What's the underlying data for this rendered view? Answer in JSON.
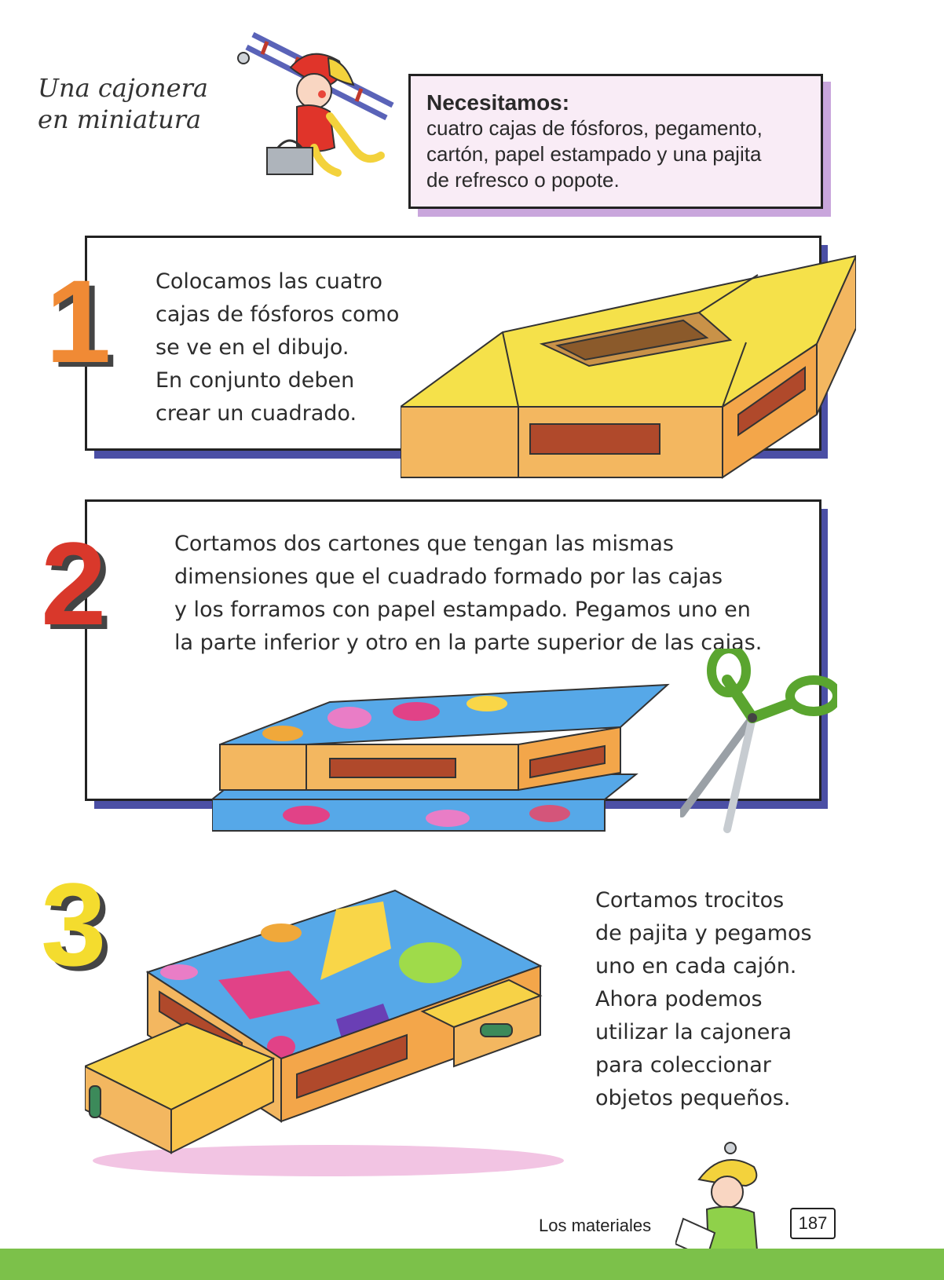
{
  "title": {
    "line1": "Una cajonera",
    "line2": "en miniatura"
  },
  "materials": {
    "heading": "Necesitamos:",
    "lines": [
      "cuatro cajas de fósforos, pegamento,",
      "cartón, papel estampado y una pajita",
      "de refresco o popote."
    ]
  },
  "steps": [
    {
      "number": "1",
      "lines": [
        "Colocamos las cuatro",
        "cajas de fósforos como",
        "se ve en el dibujo.",
        "En conjunto deben",
        "crear un cuadrado."
      ]
    },
    {
      "number": "2",
      "lines": [
        "Cortamos dos cartones que tengan las mismas",
        "dimensiones que el cuadrado formado por las cajas",
        "y los forramos con papel estampado. Pegamos uno en",
        "la parte inferior y otro en la parte superior de las cajas."
      ]
    },
    {
      "number": "3",
      "lines": [
        "Cortamos trocitos",
        "de pajita y pegamos",
        "uno en cada cajón.",
        "Ahora podemos",
        "utilizar la cajonera",
        "para coleccionar",
        "objetos pequeños."
      ]
    }
  ],
  "footer": {
    "section": "Los materiales",
    "page": "187"
  },
  "colors": {
    "frame_shadow": "#4b4fa5",
    "box_shadow": "#c9a6dc",
    "bottom_bar": "#7cc14a"
  }
}
